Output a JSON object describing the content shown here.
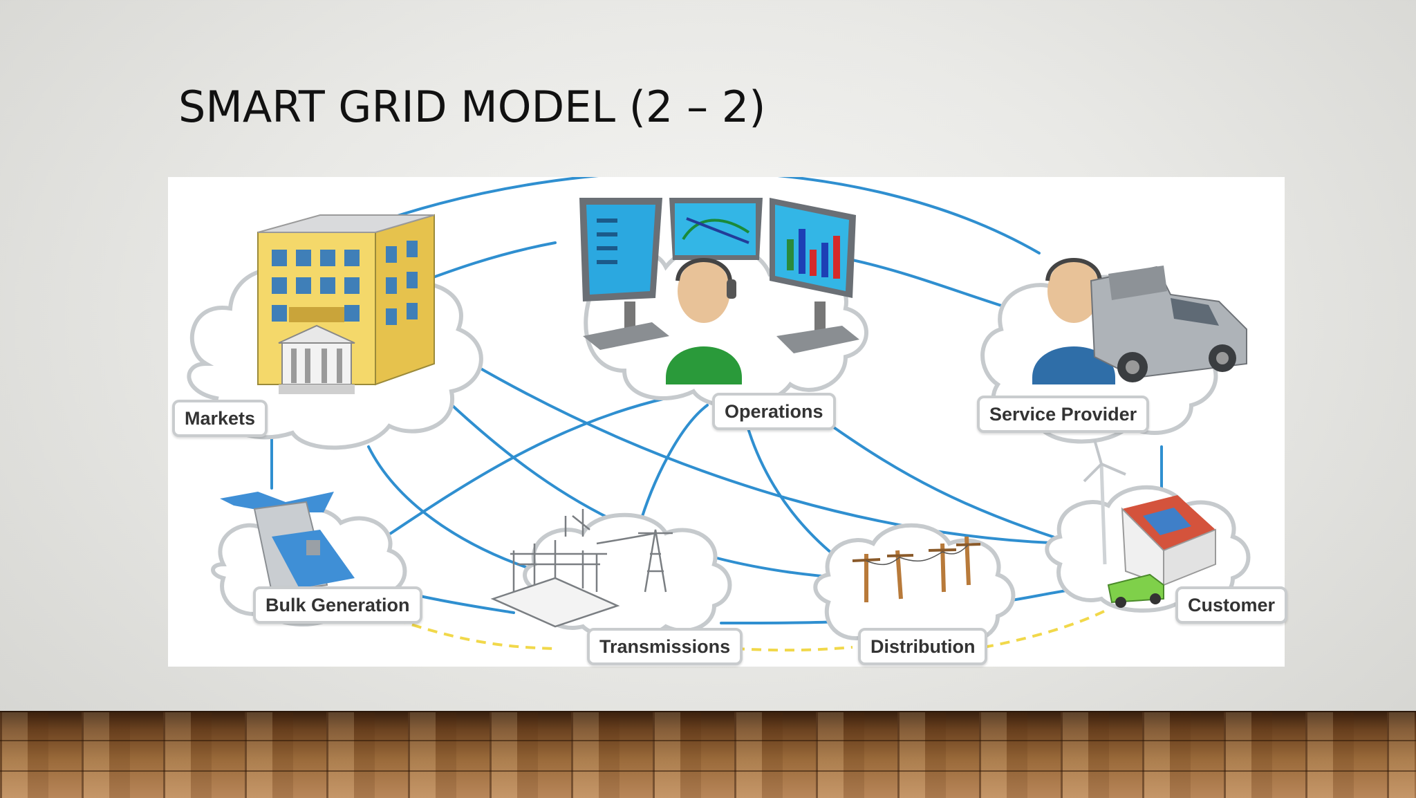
{
  "slide": {
    "title": "SMART GRID MODEL (2 – 2)"
  },
  "diagram": {
    "nodes": [
      {
        "id": "markets",
        "label": "Markets",
        "icon": "market-building-icon"
      },
      {
        "id": "operations",
        "label": "Operations",
        "icon": "operator-monitors-icon"
      },
      {
        "id": "service_provider",
        "label": "Service Provider",
        "icon": "service-truck-icon"
      },
      {
        "id": "bulk_generation",
        "label": "Bulk Generation",
        "icon": "hydro-dam-icon"
      },
      {
        "id": "transmissions",
        "label": "Transmissions",
        "icon": "substation-tower-icon"
      },
      {
        "id": "distribution",
        "label": "Distribution",
        "icon": "utility-poles-icon"
      },
      {
        "id": "customer",
        "label": "Customer",
        "icon": "house-turbine-icon"
      }
    ],
    "colors": {
      "link": "#2f8fd0",
      "power_flow": "#f1d84a",
      "cloud_stroke": "#c6cacd"
    }
  }
}
